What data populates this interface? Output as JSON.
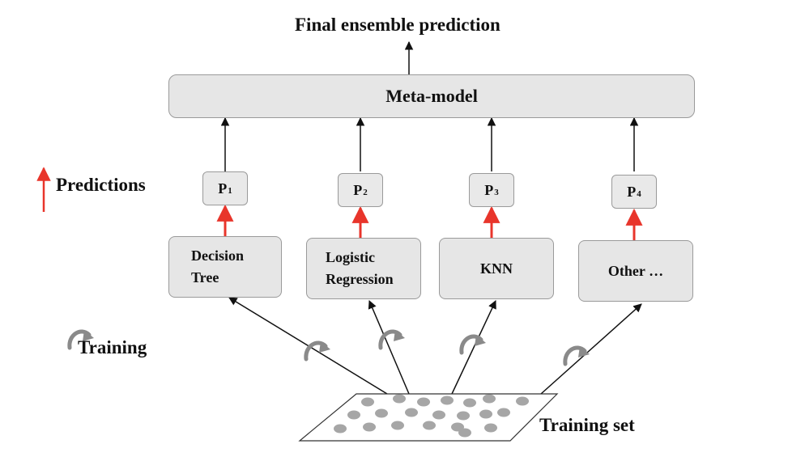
{
  "title": "Final ensemble prediction",
  "meta_model": "Meta-model",
  "legend": {
    "predictions": "Predictions",
    "training": "Training"
  },
  "predictions": [
    {
      "label": "P",
      "sub": "1"
    },
    {
      "label": "P",
      "sub": "2"
    },
    {
      "label": "P",
      "sub": "3"
    },
    {
      "label": "P",
      "sub": "4"
    }
  ],
  "models": [
    {
      "line1": "Decision",
      "line2": "Tree"
    },
    {
      "line1": "Logistic",
      "line2": "Regression"
    },
    {
      "line1": "KNN",
      "line2": ""
    },
    {
      "line1": "Other …",
      "line2": ""
    }
  ],
  "training_set_label": "Training set",
  "colors": {
    "prediction_arrow": "#e8352b",
    "arrow": "#111111",
    "box_fill": "#e6e6e6",
    "box_border": "#9a9a9a",
    "dot_fill": "#a6a6a6"
  }
}
